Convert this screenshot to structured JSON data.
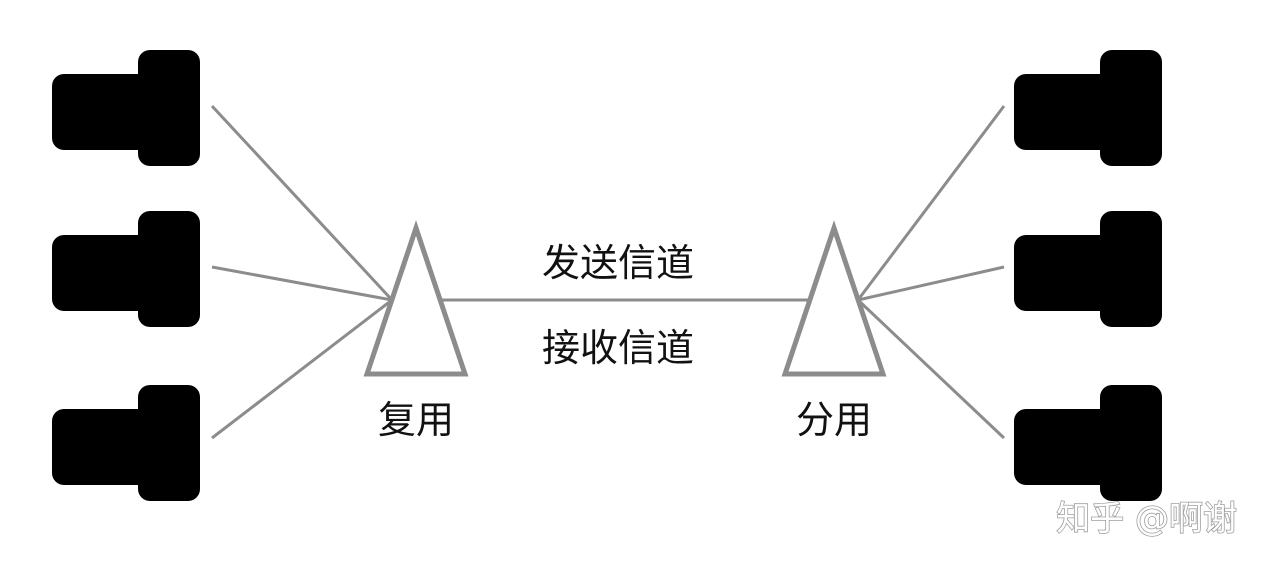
{
  "multiplexer": {
    "label": "复用"
  },
  "demultiplexer": {
    "label": "分用"
  },
  "channels": {
    "send": "发送信道",
    "receive": "接收信道"
  },
  "left_computers": [
    {
      "name": "computer-left-1"
    },
    {
      "name": "computer-left-2"
    },
    {
      "name": "computer-left-3"
    }
  ],
  "right_computers": [
    {
      "name": "computer-right-1"
    },
    {
      "name": "computer-right-2"
    },
    {
      "name": "computer-right-3"
    }
  ],
  "watermark": "知乎 @啊谢",
  "colors": {
    "lines": "#8c8c8c",
    "outlines": "#111111"
  }
}
